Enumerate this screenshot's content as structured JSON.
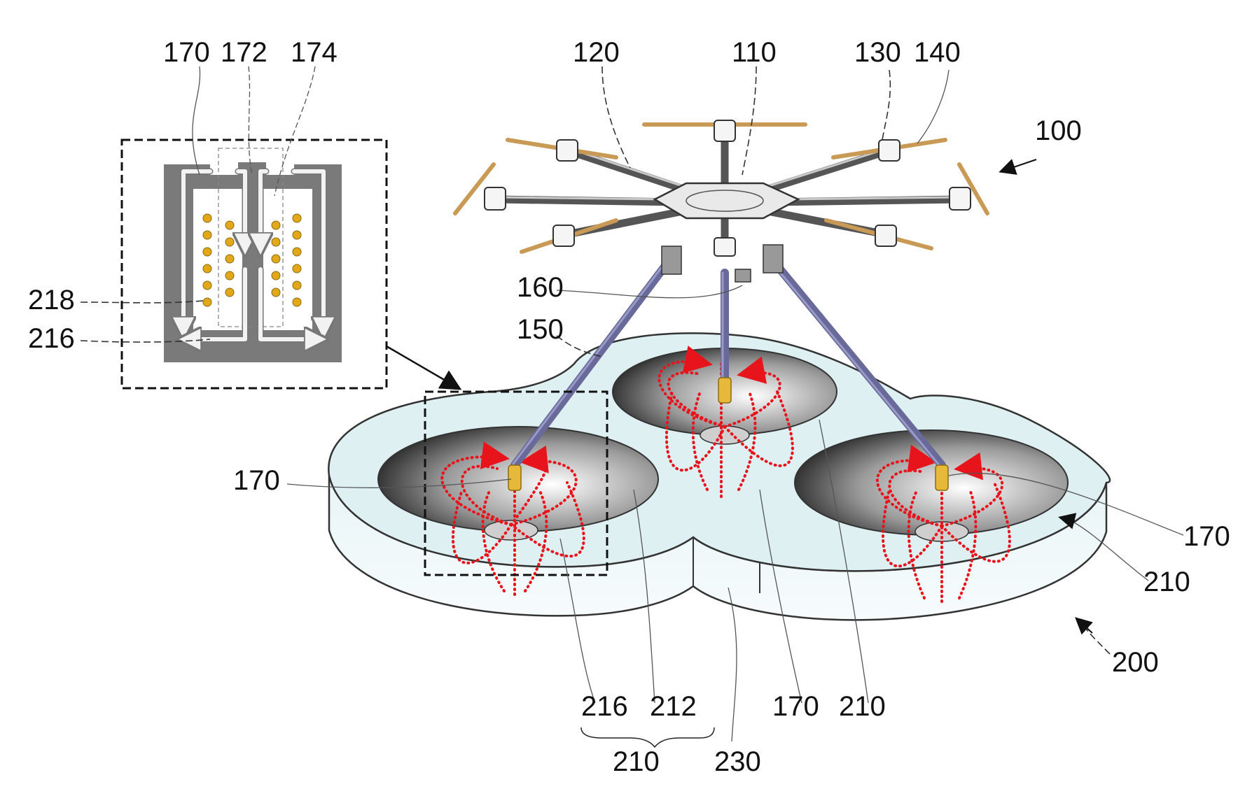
{
  "labels": {
    "l170_inset": "170",
    "l172": "172",
    "l174": "174",
    "l120": "120",
    "l110": "110",
    "l130": "130",
    "l140": "140",
    "l100": "100",
    "l160": "160",
    "l150": "150",
    "l218": "218",
    "l216_inset": "216",
    "l170_left": "170",
    "l170_right": "170",
    "l210_right": "210",
    "l200": "200",
    "l216_bottom": "216",
    "l212": "212",
    "l210_group": "210",
    "l230": "230",
    "l170_center": "170",
    "l210_center": "210"
  },
  "colors": {
    "pad_top": "#dff0f2",
    "pad_side": "#e6f4f6",
    "field_lines": "#e8141c",
    "inset_plate": "#7a7a7a",
    "coil_dots": "#e3a81a",
    "propeller": "#c89a55",
    "landing_leg": "#6a6a9a"
  },
  "icons": {
    "drone": "octocopter-drone-icon",
    "pad": "wireless-charging-pad-icon",
    "inset": "magnified-coil-detail-icon"
  }
}
